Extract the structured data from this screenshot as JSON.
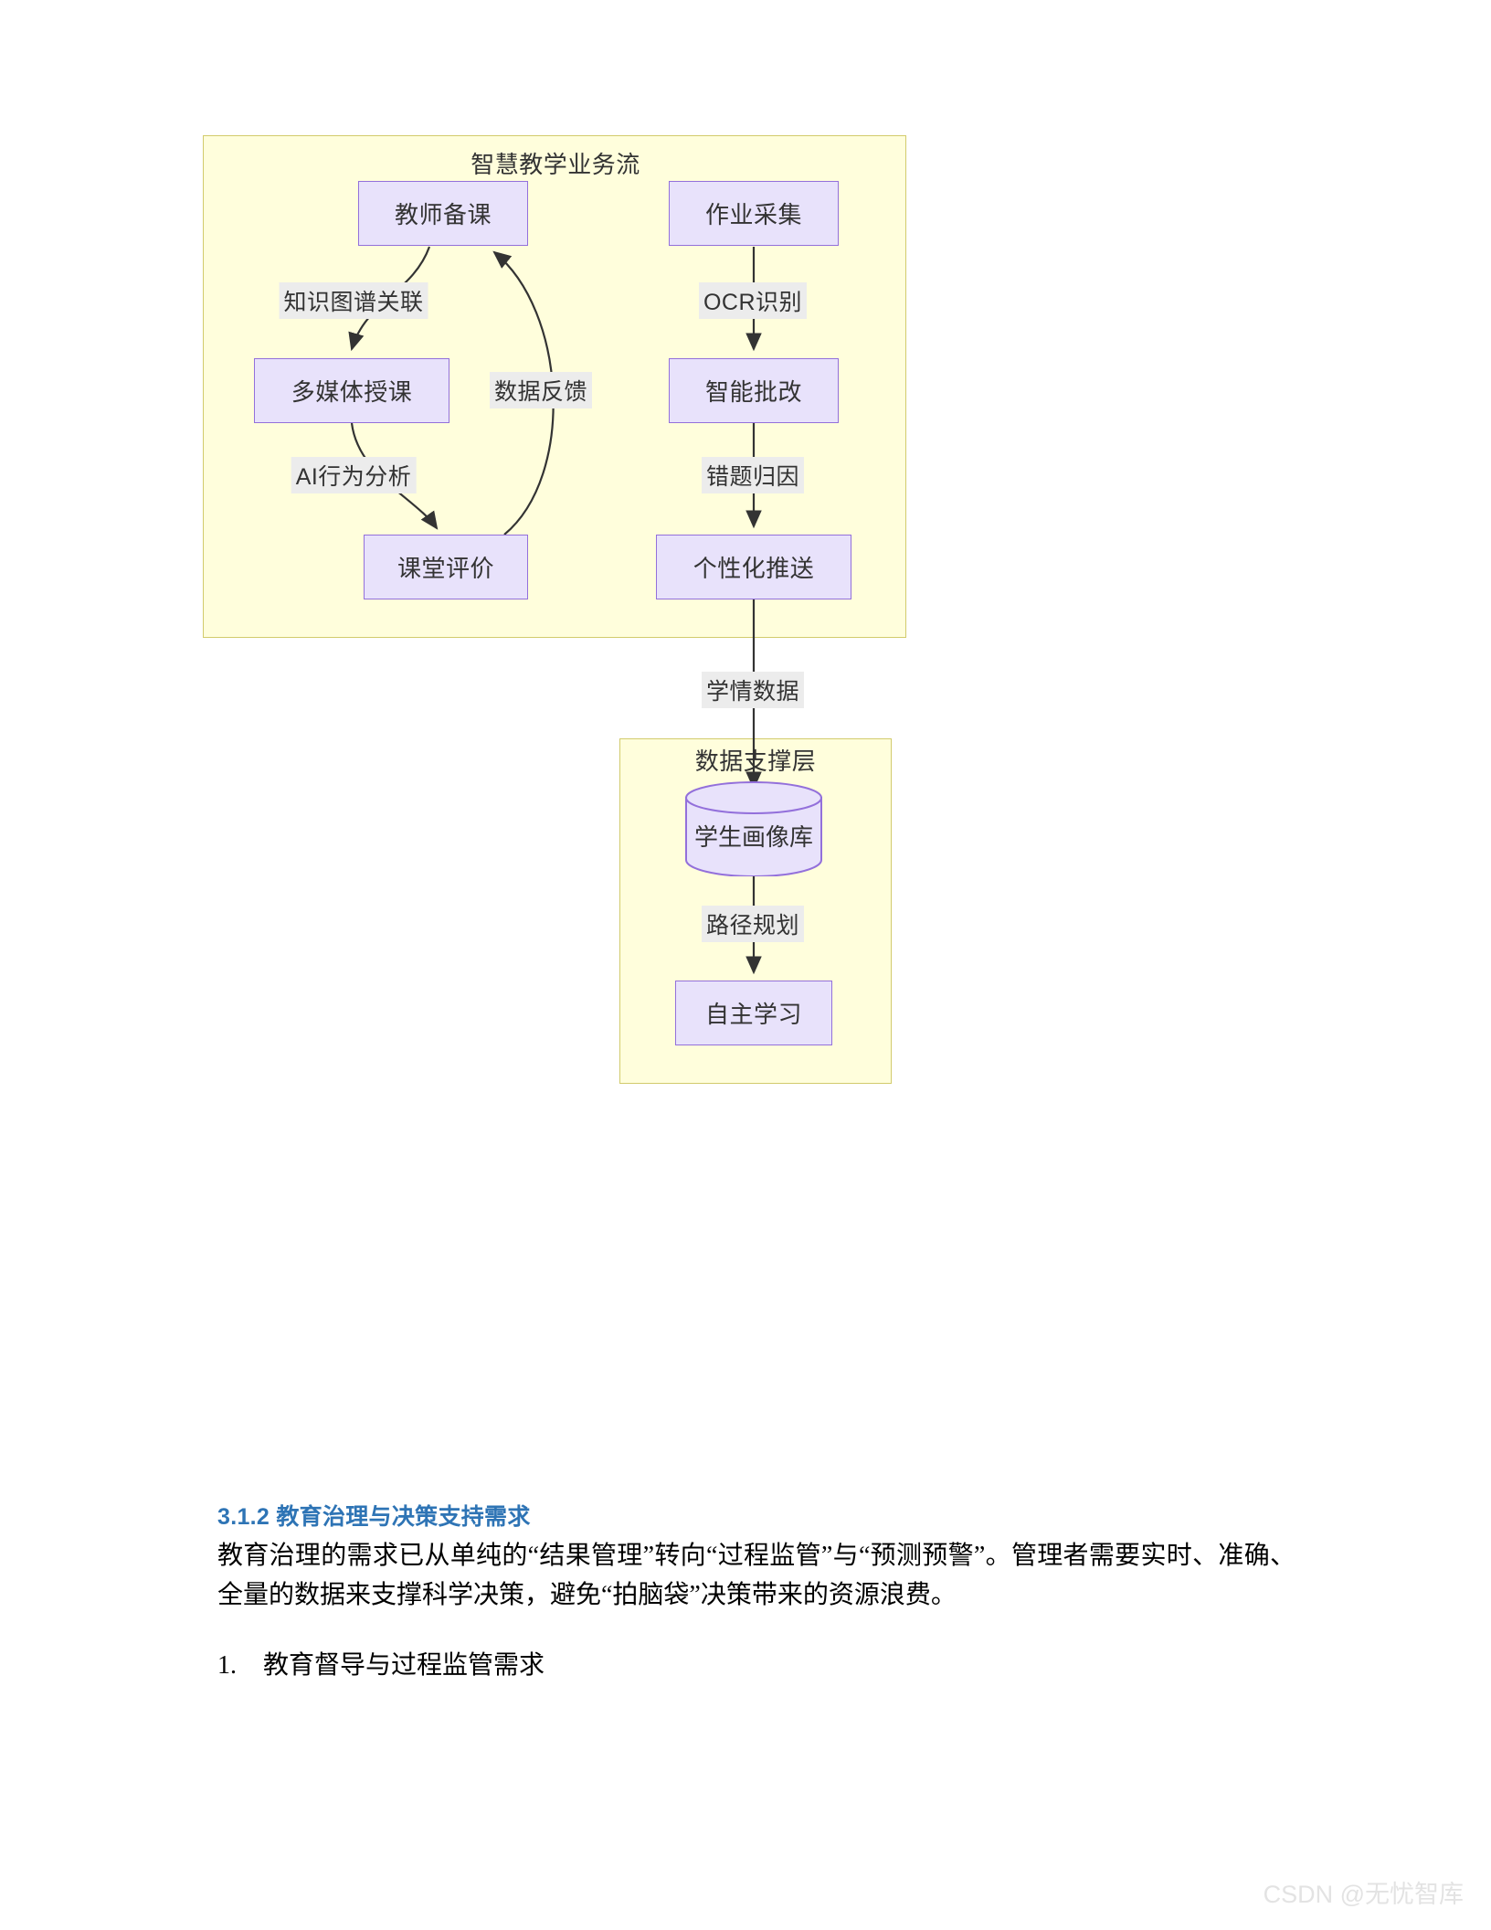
{
  "diagram": {
    "subgraphs": [
      {
        "id": "teaching",
        "title": "智慧教学业务流"
      },
      {
        "id": "data",
        "title": "数据支撑层"
      }
    ],
    "nodes": [
      {
        "id": "teacher-prep",
        "label": "教师备课",
        "shape": "rect"
      },
      {
        "id": "homework-collect",
        "label": "作业采集",
        "shape": "rect"
      },
      {
        "id": "multimedia-teach",
        "label": "多媒体授课",
        "shape": "rect"
      },
      {
        "id": "smart-grading",
        "label": "智能批改",
        "shape": "rect"
      },
      {
        "id": "class-evaluation",
        "label": "课堂评价",
        "shape": "rect"
      },
      {
        "id": "personalized-push",
        "label": "个性化推送",
        "shape": "rect"
      },
      {
        "id": "student-profile-db",
        "label": "学生画像库",
        "shape": "cylinder"
      },
      {
        "id": "self-learning",
        "label": "自主学习",
        "shape": "rect"
      }
    ],
    "edges": [
      {
        "from": "teacher-prep",
        "to": "multimedia-teach",
        "label": "知识图谱关联"
      },
      {
        "from": "multimedia-teach",
        "to": "class-evaluation",
        "label": "AI行为分析"
      },
      {
        "from": "class-evaluation",
        "to": "teacher-prep",
        "label": "数据反馈"
      },
      {
        "from": "homework-collect",
        "to": "smart-grading",
        "label": "OCR识别"
      },
      {
        "from": "smart-grading",
        "to": "personalized-push",
        "label": "错题归因"
      },
      {
        "from": "personalized-push",
        "to": "student-profile-db",
        "label": "学情数据"
      },
      {
        "from": "student-profile-db",
        "to": "self-learning",
        "label": "路径规划"
      }
    ],
    "colors": {
      "subgraph_fill": "#fffedc",
      "subgraph_border": "#d2cb6c",
      "node_fill": "#e8e2fb",
      "node_border": "#9370db",
      "edge_stroke": "#333333",
      "edge_label_bg": "#ececec"
    }
  },
  "document": {
    "heading": "3.1.2 教育治理与决策支持需求",
    "paragraph": "教育治理的需求已从单纯的“结果管理”转向“过程监管”与“预测预警”。管理者需要实时、准确、全量的数据来支撑科学决策，避免“拍脑袋”决策带来的资源浪费。",
    "list_items": [
      {
        "number": "1.",
        "text": "教育督导与过程监管需求"
      }
    ]
  },
  "watermark": "CSDN @无忧智库"
}
